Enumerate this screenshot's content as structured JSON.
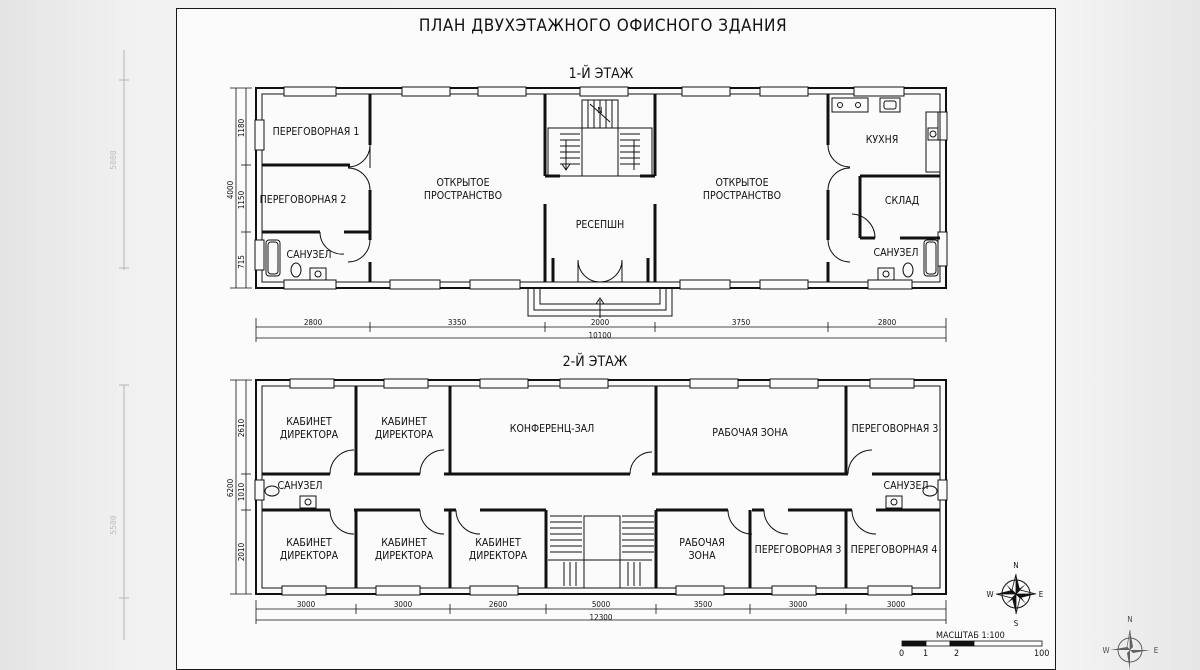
{
  "title": "ПЛАН ДВУХЭТАЖНОГО ОФИСНОГО ЗДАНИЯ",
  "floor1": {
    "title": "1-Й ЭТАЖ",
    "rooms": {
      "meeting1": "ПЕРЕГОВОРНАЯ 1",
      "meeting2": "ПЕРЕГОВОРНАЯ 2",
      "wc_left": "САНУЗЕЛ",
      "open_left": [
        "ОТКРЫТОЕ",
        "ПРОСТРАНСТВО"
      ],
      "reception": "РЕСЕПШН",
      "open_right": [
        "ОТКРЫТОЕ",
        "ПРОСТРАНСТВО"
      ],
      "kitchen": "КУХНЯ",
      "storage": "СКЛАД",
      "wc_right": "САНУЗЕЛ"
    },
    "dims_bottom": [
      "2800",
      "3350",
      "2000",
      "3750",
      "2800"
    ],
    "dim_total": "10100",
    "dims_left": [
      "1180",
      "1150",
      "715"
    ],
    "dim_left_total": "4000",
    "stair_mark": "N"
  },
  "floor2": {
    "title": "2-Й ЭТАЖ",
    "rooms": {
      "dir_tl": [
        "КАБИНЕТ",
        "ДИРЕКТОРА"
      ],
      "dir_t2": [
        "КАБИНЕТ",
        "ДИРЕКТОРА"
      ],
      "conference": "КОНФЕРЕНЦ-ЗАЛ",
      "work_top": "РАБОЧАЯ ЗОНА",
      "meeting3_top": "ПЕРЕГОВОРНАЯ 3",
      "wc_left": "САНУЗЕЛ",
      "wc_right": "САНУЗЕЛ",
      "dir_bl": [
        "КАБИНЕТ",
        "ДИРЕКТОРА"
      ],
      "dir_b2": [
        "КАБИНЕТ",
        "ДИРЕКТОРА"
      ],
      "dir_b3": [
        "КАБИНЕТ",
        "ДИРЕКТОРА"
      ],
      "work_bottom": [
        "РАБОЧАЯ",
        "ЗОНА"
      ],
      "meeting3_bottom": "ПЕРЕГОВОРНАЯ 3",
      "meeting4": "ПЕРЕГОВОРНАЯ 4"
    },
    "dims_bottom": [
      "3000",
      "3000",
      "2600",
      "5000",
      "3500",
      "3000",
      "3000"
    ],
    "dim_total": "12300",
    "dims_left": [
      "2610",
      "1010",
      "2010"
    ],
    "dim_left_total": "6200"
  },
  "scale": {
    "label": "МАСШТАБ 1:100",
    "ticks": [
      "0",
      "1",
      "2",
      "100"
    ]
  },
  "compass": {
    "n": "N",
    "s": "S",
    "e": "E",
    "w": "W"
  },
  "margin_dims": [
    "5000",
    "5500"
  ]
}
